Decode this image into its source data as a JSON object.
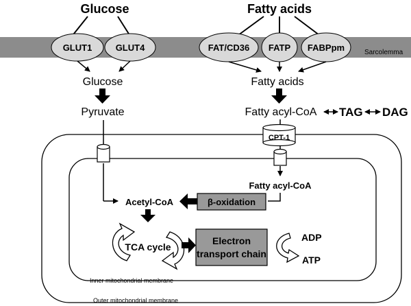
{
  "top": {
    "glucose_title": "Glucose",
    "fatty_acids_title": "Fatty acids"
  },
  "membrane": {
    "sarcolemma_label": "Sarcolemma",
    "inner_label": "Inner mitochondrial membrane",
    "outer_label": "Outer mitochondrial membrane"
  },
  "transporters": {
    "glut1": "GLUT1",
    "glut4": "GLUT4",
    "fat_cd36": "FAT/CD36",
    "fatp": "FATP",
    "fabppm": "FABPpm"
  },
  "cytosol": {
    "glucose": "Glucose",
    "pyruvate": "Pyruvate",
    "fatty_acids": "Fatty acids",
    "fatty_acyl_coa": "Fatty acyl-CoA",
    "tag": "TAG",
    "dag": "DAG",
    "cpt1": "CPT-1"
  },
  "mito": {
    "fatty_acyl_coa": "Fatty acyl-CoA",
    "beta_oxidation": "β-oxidation",
    "acetyl_coa": "Acetyl-CoA",
    "tca_cycle": "TCA cycle",
    "etc_line1": "Electron",
    "etc_line2": "transport chain",
    "adp": "ADP",
    "atp": "ATP"
  },
  "colors": {
    "membrane_band": "#8c8c8c",
    "transporter_fill": "#d9d9d9",
    "process_box": "#999999"
  }
}
